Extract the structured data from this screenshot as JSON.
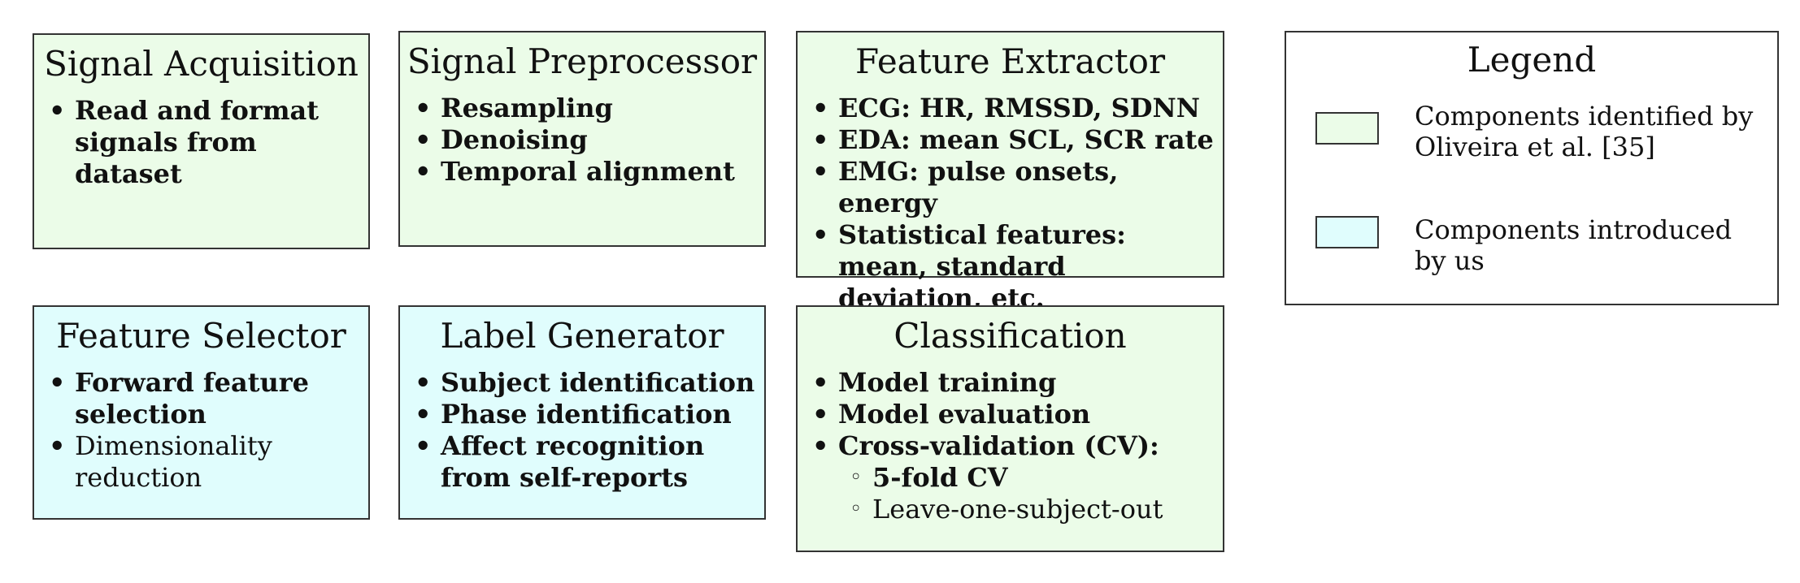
{
  "colors": {
    "identified": "#ebfce8",
    "introduced": "#e0fdfd",
    "border": "#333333"
  },
  "boxes": {
    "acquisition": {
      "title": "Signal Acquisition",
      "items": [
        {
          "text": "Read and format signals from dataset",
          "bold": true
        }
      ]
    },
    "preprocessor": {
      "title": "Signal Preprocessor",
      "items": [
        {
          "text": "Resampling",
          "bold": true
        },
        {
          "text": "Denoising",
          "bold": true
        },
        {
          "text": "Temporal alignment",
          "bold": true
        }
      ]
    },
    "extractor": {
      "title": "Feature Extractor",
      "items": [
        {
          "text": "ECG: HR, RMSSD, SDNN",
          "bold": true
        },
        {
          "text": "EDA: mean SCL, SCR rate",
          "bold": true
        },
        {
          "text": "EMG: pulse onsets, energy",
          "bold": true
        },
        {
          "text": "Statistical features: mean, standard deviation, etc.",
          "bold": true
        }
      ]
    },
    "selector": {
      "title": "Feature Selector",
      "items": [
        {
          "text": "Forward feature selection",
          "bold": true
        },
        {
          "text": "Dimensionality reduction",
          "bold": false
        }
      ]
    },
    "label_generator": {
      "title": "Label Generator",
      "items": [
        {
          "text": "Subject identification",
          "bold": true
        },
        {
          "text": "Phase identification",
          "bold": true
        },
        {
          "text": "Affect recognition from self-reports",
          "bold": true
        }
      ]
    },
    "classification": {
      "title": "Classification",
      "items": [
        {
          "text": "Model training",
          "bold": true
        },
        {
          "text": "Model evaluation",
          "bold": true
        },
        {
          "text": "Cross-validation (CV):",
          "bold": true
        }
      ],
      "sub_items": [
        {
          "text": "5-fold CV",
          "bold": true
        },
        {
          "text": "Leave-one-subject-out",
          "bold": false
        }
      ]
    }
  },
  "legend": {
    "title": "Legend",
    "entries": [
      {
        "label": "Components identified by Oliveira et al. [35]",
        "color": "#ebfce8"
      },
      {
        "label": "Components introduced by us",
        "color": "#e0fdfd"
      }
    ]
  }
}
